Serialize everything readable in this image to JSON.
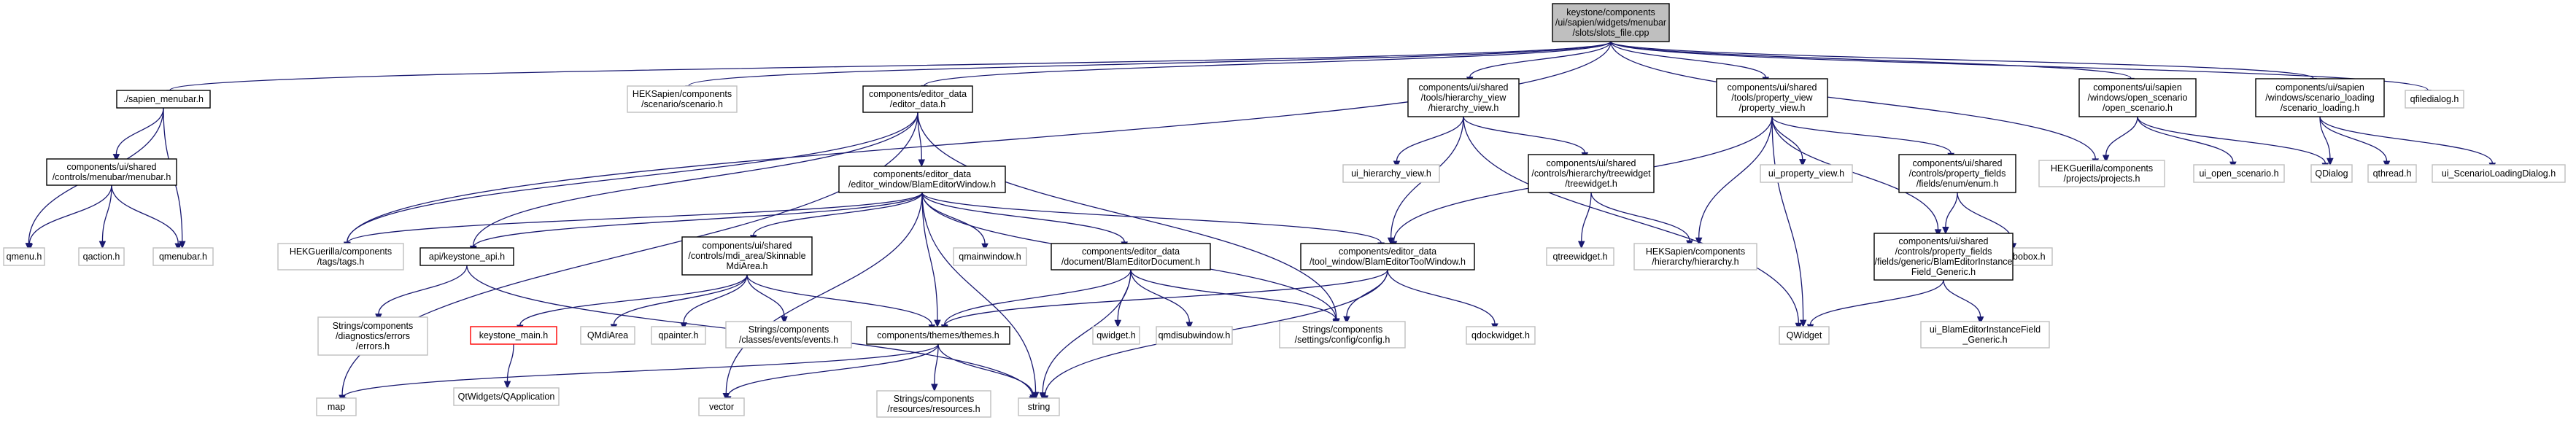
{
  "graph": {
    "colors": {
      "edge": "#191970",
      "root_fill": "#bfbfbf",
      "internal_border": "#000000",
      "external_border": "#bfbfbf",
      "missing_border": "#ff0000"
    },
    "nodes": [
      {
        "id": "root",
        "kind": "root",
        "lines": [
          "keystone/components",
          "/ui/sapien/widgets/menubar",
          "/slots/slots_file.cpp"
        ]
      },
      {
        "id": "sapien_menubar",
        "kind": "internal",
        "lines": [
          "./sapien_menubar.h"
        ]
      },
      {
        "id": "scenario_h",
        "kind": "external",
        "lines": [
          "HEKSapien/components",
          "/scenario/scenario.h"
        ]
      },
      {
        "id": "editor_data",
        "kind": "internal",
        "lines": [
          "components/editor_data",
          "/editor_data.h"
        ]
      },
      {
        "id": "hierarchy_view",
        "kind": "internal",
        "lines": [
          "components/ui/shared",
          "/tools/hierarchy_view",
          "/hierarchy_view.h"
        ]
      },
      {
        "id": "property_view",
        "kind": "internal",
        "lines": [
          "components/ui/shared",
          "/tools/property_view",
          "/property_view.h"
        ]
      },
      {
        "id": "open_scenario",
        "kind": "internal",
        "lines": [
          "components/ui/sapien",
          "/windows/open_scenario",
          "/open_scenario.h"
        ]
      },
      {
        "id": "scenario_loading",
        "kind": "internal",
        "lines": [
          "components/ui/sapien",
          "/windows/scenario_loading",
          "/scenario_loading.h"
        ]
      },
      {
        "id": "qfiledialog",
        "kind": "external",
        "lines": [
          "qfiledialog.h"
        ]
      },
      {
        "id": "menubar_h",
        "kind": "internal",
        "lines": [
          "components/ui/shared",
          "/controls/menubar/menubar.h"
        ]
      },
      {
        "id": "blam_editor_window",
        "kind": "internal",
        "lines": [
          "components/editor_data",
          "/editor_window/BlamEditorWindow.h"
        ]
      },
      {
        "id": "ui_hierarchy_view",
        "kind": "external",
        "lines": [
          "ui_hierarchy_view.h"
        ]
      },
      {
        "id": "treewidget",
        "kind": "internal",
        "lines": [
          "components/ui/shared",
          "/controls/hierarchy/treewidget",
          "/treewidget.h"
        ]
      },
      {
        "id": "ui_property_view",
        "kind": "external",
        "lines": [
          "ui_property_view.h"
        ]
      },
      {
        "id": "enum_h",
        "kind": "internal",
        "lines": [
          "components/ui/shared",
          "/controls/property_fields",
          "/fields/enum/enum.h"
        ]
      },
      {
        "id": "projects_h",
        "kind": "external",
        "lines": [
          "HEKGuerilla/components",
          "/projects/projects.h"
        ]
      },
      {
        "id": "ui_open_scenario",
        "kind": "external",
        "lines": [
          "ui_open_scenario.h"
        ]
      },
      {
        "id": "qdialog",
        "kind": "external",
        "lines": [
          "QDialog"
        ]
      },
      {
        "id": "qthread",
        "kind": "external",
        "lines": [
          "qthread.h"
        ]
      },
      {
        "id": "ui_scenario_loading",
        "kind": "external",
        "lines": [
          "ui_ScenarioLoadingDialog.h"
        ]
      },
      {
        "id": "qmenu",
        "kind": "external",
        "lines": [
          "qmenu.h"
        ]
      },
      {
        "id": "qaction",
        "kind": "external",
        "lines": [
          "qaction.h"
        ]
      },
      {
        "id": "qmenubar",
        "kind": "external",
        "lines": [
          "qmenubar.h"
        ]
      },
      {
        "id": "tags_h",
        "kind": "external",
        "lines": [
          "HEKGuerilla/components",
          "/tags/tags.h"
        ]
      },
      {
        "id": "keystone_api",
        "kind": "internal",
        "lines": [
          "api/keystone_api.h"
        ]
      },
      {
        "id": "skinnable_mdi",
        "kind": "internal",
        "lines": [
          "components/ui/shared",
          "/controls/mdi_area/Skinnable",
          "MdiArea.h"
        ]
      },
      {
        "id": "qmainwindow",
        "kind": "external",
        "lines": [
          "qmainwindow.h"
        ]
      },
      {
        "id": "blam_editor_document",
        "kind": "internal",
        "lines": [
          "components/editor_data",
          "/document/BlamEditorDocument.h"
        ]
      },
      {
        "id": "blam_editor_tool_window",
        "kind": "internal",
        "lines": [
          "components/editor_data",
          "/tool_window/BlamEditorToolWindow.h"
        ]
      },
      {
        "id": "qtreewidget",
        "kind": "external",
        "lines": [
          "qtreewidget.h"
        ]
      },
      {
        "id": "hierarchy_h",
        "kind": "external",
        "lines": [
          "HEKSapien/components",
          "/hierarchy/hierarchy.h"
        ]
      },
      {
        "id": "qcombobox",
        "kind": "external",
        "lines": [
          "qcombobox.h"
        ]
      },
      {
        "id": "blam_instance_field",
        "kind": "internal",
        "lines": [
          "components/ui/shared",
          "/controls/property_fields",
          "/fields/generic/BlamEditorInstance",
          "Field_Generic.h"
        ]
      },
      {
        "id": "errors_h",
        "kind": "external",
        "lines": [
          "Strings/components",
          "/diagnostics/errors",
          "/errors.h"
        ]
      },
      {
        "id": "keystone_main",
        "kind": "missing",
        "lines": [
          "keystone_main.h"
        ]
      },
      {
        "id": "qmdiarea",
        "kind": "external",
        "lines": [
          "QMdiArea"
        ]
      },
      {
        "id": "qpainter",
        "kind": "external",
        "lines": [
          "qpainter.h"
        ]
      },
      {
        "id": "events_h",
        "kind": "external",
        "lines": [
          "Strings/components",
          "/classes/events/events.h"
        ]
      },
      {
        "id": "themes_h",
        "kind": "internal",
        "lines": [
          "components/themes/themes.h"
        ]
      },
      {
        "id": "qwidget_h",
        "kind": "external",
        "lines": [
          "qwidget.h"
        ]
      },
      {
        "id": "qmdisubwindow",
        "kind": "external",
        "lines": [
          "qmdisubwindow.h"
        ]
      },
      {
        "id": "config_h",
        "kind": "external",
        "lines": [
          "Strings/components",
          "/settings/config/config.h"
        ]
      },
      {
        "id": "qdockwidget",
        "kind": "external",
        "lines": [
          "qdockwidget.h"
        ]
      },
      {
        "id": "qwidget",
        "kind": "external",
        "lines": [
          "QWidget"
        ]
      },
      {
        "id": "ui_blam_instance",
        "kind": "external",
        "lines": [
          "ui_BlamEditorInstanceField",
          "_Generic.h"
        ]
      },
      {
        "id": "qapplication",
        "kind": "external",
        "lines": [
          "QtWidgets/QApplication"
        ]
      },
      {
        "id": "map",
        "kind": "external",
        "lines": [
          "map"
        ]
      },
      {
        "id": "vector",
        "kind": "external",
        "lines": [
          "vector"
        ]
      },
      {
        "id": "resources_h",
        "kind": "external",
        "lines": [
          "Strings/components",
          "/resources/resources.h"
        ]
      },
      {
        "id": "string",
        "kind": "external",
        "lines": [
          "string"
        ]
      }
    ],
    "edges": [
      [
        "root",
        "sapien_menubar"
      ],
      [
        "root",
        "scenario_h"
      ],
      [
        "root",
        "editor_data"
      ],
      [
        "root",
        "hierarchy_view"
      ],
      [
        "root",
        "property_view"
      ],
      [
        "root",
        "open_scenario"
      ],
      [
        "root",
        "scenario_loading"
      ],
      [
        "root",
        "qfiledialog"
      ],
      [
        "root",
        "tags_h"
      ],
      [
        "root",
        "projects_h"
      ],
      [
        "sapien_menubar",
        "menubar_h"
      ],
      [
        "sapien_menubar",
        "qmenu"
      ],
      [
        "sapien_menubar",
        "qmenubar"
      ],
      [
        "menubar_h",
        "qmenu"
      ],
      [
        "menubar_h",
        "qaction"
      ],
      [
        "menubar_h",
        "qmenubar"
      ],
      [
        "editor_data",
        "blam_editor_window"
      ],
      [
        "editor_data",
        "tags_h"
      ],
      [
        "editor_data",
        "keystone_api"
      ],
      [
        "editor_data",
        "map"
      ],
      [
        "editor_data",
        "config_h"
      ],
      [
        "blam_editor_window",
        "tags_h"
      ],
      [
        "blam_editor_window",
        "keystone_api"
      ],
      [
        "blam_editor_window",
        "skinnable_mdi"
      ],
      [
        "blam_editor_window",
        "qmainwindow"
      ],
      [
        "blam_editor_window",
        "blam_editor_document"
      ],
      [
        "blam_editor_window",
        "blam_editor_tool_window"
      ],
      [
        "blam_editor_window",
        "themes_h"
      ],
      [
        "blam_editor_window",
        "vector"
      ],
      [
        "blam_editor_window",
        "string"
      ],
      [
        "blam_editor_window",
        "config_h"
      ],
      [
        "keystone_api",
        "errors_h"
      ],
      [
        "keystone_api",
        "string"
      ],
      [
        "skinnable_mdi",
        "keystone_main"
      ],
      [
        "skinnable_mdi",
        "qmdiarea"
      ],
      [
        "skinnable_mdi",
        "qpainter"
      ],
      [
        "skinnable_mdi",
        "events_h"
      ],
      [
        "skinnable_mdi",
        "themes_h"
      ],
      [
        "keystone_main",
        "qapplication"
      ],
      [
        "blam_editor_document",
        "themes_h"
      ],
      [
        "blam_editor_document",
        "qwidget_h"
      ],
      [
        "blam_editor_document",
        "qmdisubwindow"
      ],
      [
        "blam_editor_document",
        "config_h"
      ],
      [
        "blam_editor_document",
        "string"
      ],
      [
        "blam_editor_tool_window",
        "themes_h"
      ],
      [
        "blam_editor_tool_window",
        "config_h"
      ],
      [
        "blam_editor_tool_window",
        "qdockwidget"
      ],
      [
        "blam_editor_tool_window",
        "string"
      ],
      [
        "themes_h",
        "map"
      ],
      [
        "themes_h",
        "vector"
      ],
      [
        "themes_h",
        "resources_h"
      ],
      [
        "themes_h",
        "string"
      ],
      [
        "hierarchy_view",
        "ui_hierarchy_view"
      ],
      [
        "hierarchy_view",
        "treewidget"
      ],
      [
        "hierarchy_view",
        "blam_editor_tool_window"
      ],
      [
        "hierarchy_view",
        "qwidget"
      ],
      [
        "treewidget",
        "qtreewidget"
      ],
      [
        "treewidget",
        "hierarchy_h"
      ],
      [
        "property_view",
        "ui_property_view"
      ],
      [
        "property_view",
        "enum_h"
      ],
      [
        "property_view",
        "blam_instance_field"
      ],
      [
        "property_view",
        "blam_editor_tool_window"
      ],
      [
        "property_view",
        "hierarchy_h"
      ],
      [
        "property_view",
        "qwidget"
      ],
      [
        "enum_h",
        "blam_instance_field"
      ],
      [
        "enum_h",
        "qcombobox"
      ],
      [
        "blam_instance_field",
        "ui_blam_instance"
      ],
      [
        "blam_instance_field",
        "qwidget"
      ],
      [
        "open_scenario",
        "projects_h"
      ],
      [
        "open_scenario",
        "ui_open_scenario"
      ],
      [
        "open_scenario",
        "qdialog"
      ],
      [
        "scenario_loading",
        "qdialog"
      ],
      [
        "scenario_loading",
        "qthread"
      ],
      [
        "scenario_loading",
        "ui_scenario_loading"
      ]
    ]
  }
}
